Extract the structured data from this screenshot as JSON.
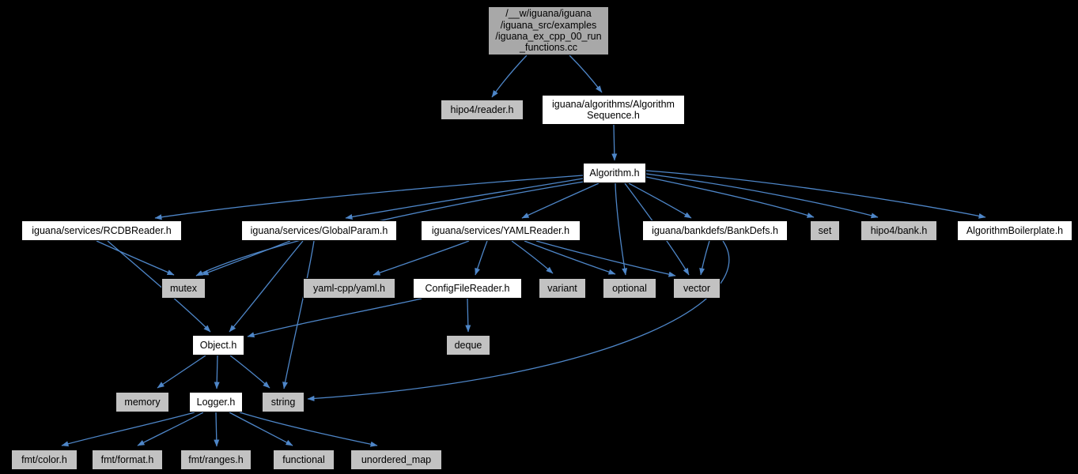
{
  "diagram": {
    "type": "doxygen-include-dependency-graph",
    "background": "#000000",
    "edge_color": "#4e86c8",
    "node_border_color": "#000000",
    "node_fill_internal": "#ffffff",
    "node_fill_external": "#c2c2c2",
    "node_fill_root": "#a8a8a8",
    "text_color": "#000000"
  },
  "nodes": {
    "root": {
      "label": "/__w/iguana/iguana\n/iguana_src/examples\n/iguana_ex_cpp_00_run\n_functions.cc"
    },
    "hipo4_reader": {
      "label": "hipo4/reader.h"
    },
    "algorithm_sequence": {
      "label": "iguana/algorithms/Algorithm\nSequence.h"
    },
    "algorithm": {
      "label": "Algorithm.h"
    },
    "rcdb_reader": {
      "label": "iguana/services/RCDBReader.h"
    },
    "global_param": {
      "label": "iguana/services/GlobalParam.h"
    },
    "yaml_reader": {
      "label": "iguana/services/YAMLReader.h"
    },
    "bankdefs": {
      "label": "iguana/bankdefs/BankDefs.h"
    },
    "set": {
      "label": "set"
    },
    "hipo4_bank": {
      "label": "hipo4/bank.h"
    },
    "algorithm_boilerplate": {
      "label": "AlgorithmBoilerplate.h"
    },
    "mutex": {
      "label": "mutex"
    },
    "yaml_cpp": {
      "label": "yaml-cpp/yaml.h"
    },
    "config_file_reader": {
      "label": "ConfigFileReader.h"
    },
    "variant": {
      "label": "variant"
    },
    "optional": {
      "label": "optional"
    },
    "vector": {
      "label": "vector"
    },
    "object": {
      "label": "Object.h"
    },
    "deque": {
      "label": "deque"
    },
    "memory": {
      "label": "memory"
    },
    "logger": {
      "label": "Logger.h"
    },
    "string": {
      "label": "string"
    },
    "fmt_color": {
      "label": "fmt/color.h"
    },
    "fmt_format": {
      "label": "fmt/format.h"
    },
    "fmt_ranges": {
      "label": "fmt/ranges.h"
    },
    "functional": {
      "label": "functional"
    },
    "unordered_map": {
      "label": "unordered_map"
    }
  },
  "includes": [
    {
      "from": "root",
      "to": "hipo4_reader"
    },
    {
      "from": "root",
      "to": "algorithm_sequence"
    },
    {
      "from": "algorithm_sequence",
      "to": "algorithm"
    },
    {
      "from": "algorithm",
      "to": "rcdb_reader"
    },
    {
      "from": "algorithm",
      "to": "global_param"
    },
    {
      "from": "algorithm",
      "to": "yaml_reader"
    },
    {
      "from": "algorithm",
      "to": "bankdefs"
    },
    {
      "from": "algorithm",
      "to": "set"
    },
    {
      "from": "algorithm",
      "to": "hipo4_bank"
    },
    {
      "from": "algorithm",
      "to": "algorithm_boilerplate"
    },
    {
      "from": "algorithm",
      "to": "mutex"
    },
    {
      "from": "algorithm",
      "to": "optional"
    },
    {
      "from": "algorithm",
      "to": "vector"
    },
    {
      "from": "rcdb_reader",
      "to": "mutex"
    },
    {
      "from": "rcdb_reader",
      "to": "object"
    },
    {
      "from": "global_param",
      "to": "mutex"
    },
    {
      "from": "global_param",
      "to": "object"
    },
    {
      "from": "global_param",
      "to": "string"
    },
    {
      "from": "yaml_reader",
      "to": "yaml_cpp"
    },
    {
      "from": "yaml_reader",
      "to": "config_file_reader"
    },
    {
      "from": "yaml_reader",
      "to": "variant"
    },
    {
      "from": "yaml_reader",
      "to": "optional"
    },
    {
      "from": "yaml_reader",
      "to": "vector"
    },
    {
      "from": "config_file_reader",
      "to": "deque"
    },
    {
      "from": "config_file_reader",
      "to": "object"
    },
    {
      "from": "bankdefs",
      "to": "vector"
    },
    {
      "from": "bankdefs",
      "to": "string"
    },
    {
      "from": "object",
      "to": "memory"
    },
    {
      "from": "object",
      "to": "logger"
    },
    {
      "from": "object",
      "to": "string"
    },
    {
      "from": "logger",
      "to": "fmt_color"
    },
    {
      "from": "logger",
      "to": "fmt_format"
    },
    {
      "from": "logger",
      "to": "fmt_ranges"
    },
    {
      "from": "logger",
      "to": "functional"
    },
    {
      "from": "logger",
      "to": "unordered_map"
    }
  ]
}
